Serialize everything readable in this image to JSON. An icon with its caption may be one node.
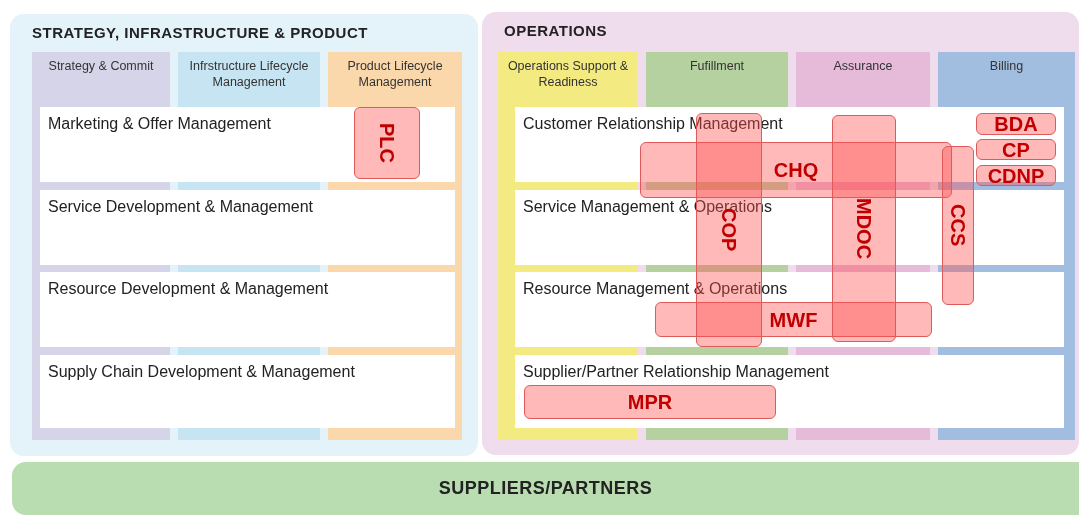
{
  "diagram": {
    "nodes": [
      {
        "text": [
          "STRATEGY, INFRASTRUCTURE & PRODUCT"
        ]
      },
      {
        "text": [
          "Strategy & Commit"
        ],
        "in": 0
      },
      {
        "text": [
          "Infrstructure Lifecycle Management"
        ],
        "in": 0
      },
      {
        "text": [
          "Product Lifecycle Management"
        ],
        "in": 0
      },
      {
        "text": [
          "Marketing & Offer Management"
        ],
        "in": 0
      },
      {
        "text": [
          "PLC"
        ],
        "in": 4
      },
      {
        "text": [
          "Service Development & Management"
        ],
        "in": 0
      },
      {
        "text": [
          "Resource Development & Management"
        ],
        "in": 0
      },
      {
        "text": [
          "Supply Chain Development & Management"
        ],
        "in": 0
      },
      {
        "text": [
          "OPERATIONS"
        ]
      },
      {
        "text": [
          "Operations Support & Readiness"
        ],
        "in": 9
      },
      {
        "text": [
          "Fufillment"
        ],
        "in": 9
      },
      {
        "text": [
          "Assurance"
        ],
        "in": 9
      },
      {
        "text": [
          "Billing"
        ],
        "in": 9
      },
      {
        "text": [
          "Customer Relationship Management"
        ],
        "in": 9
      },
      {
        "text": [
          "Service Management & Operations"
        ],
        "in": 9
      },
      {
        "text": [
          "Resource Management & Operations"
        ],
        "in": 9
      },
      {
        "text": [
          "Supplier/Partner Relationship Management"
        ],
        "in": 9
      },
      {
        "text": [
          "BDA"
        ],
        "in": 14
      },
      {
        "text": [
          "CP"
        ],
        "in": 14
      },
      {
        "text": [
          "CDNP"
        ],
        "in": 9
      },
      {
        "text": [
          "CHQ"
        ],
        "in": 9
      },
      {
        "text": [
          "COP"
        ],
        "in": 9
      },
      {
        "text": [
          "MDOC"
        ],
        "in": 9
      },
      {
        "text": [
          "CCS"
        ],
        "in": 9
      },
      {
        "text": [
          "MWF"
        ],
        "in": 16
      },
      {
        "text": [
          "MPR"
        ],
        "in": 17
      },
      {
        "text": [
          "SUPPLIERS/PARTNERS"
        ]
      }
    ],
    "edges": []
  }
}
